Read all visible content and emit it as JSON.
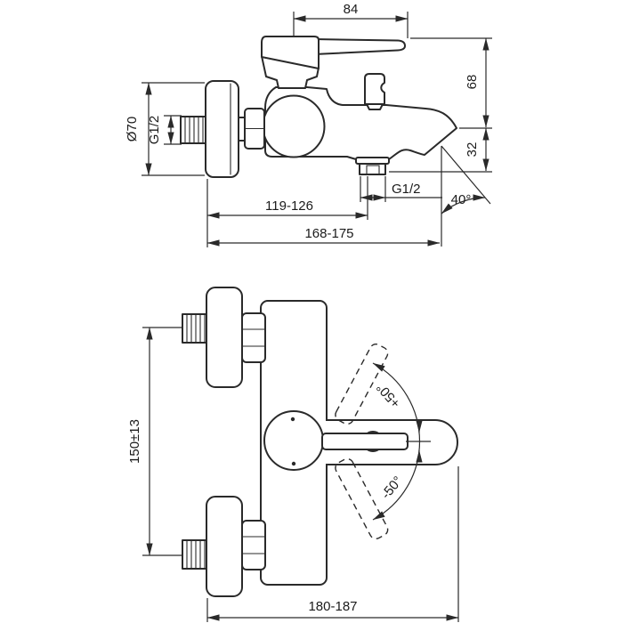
{
  "views": {
    "side": {
      "handle_length": "84",
      "top_to_spout_height": "68",
      "spout_to_outlet_height": "32",
      "escutcheon_diameter": "Ø70",
      "inlet_thread": "G1/2",
      "shower_outlet_thread": "G1/2",
      "wall_to_outlet": "119-126",
      "total_projection": "168-175",
      "spout_angle": "40°"
    },
    "front": {
      "inlet_spacing": "150±13",
      "handle_angle_up": "+50°",
      "handle_angle_down": "-50°",
      "overall_width": "180-187"
    }
  },
  "colors": {
    "line": "#2a2a2a",
    "text": "#1b1b1b",
    "background": "#ffffff"
  }
}
